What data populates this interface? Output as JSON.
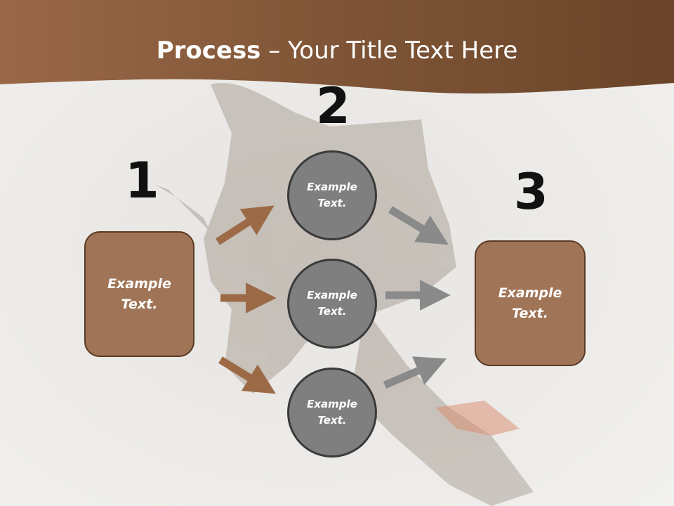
{
  "slide": {
    "title_bold": "Process",
    "title_rest": " – Your Title Text Here"
  },
  "steps": [
    {
      "number": "1",
      "label": "Example\nText."
    },
    {
      "number": "2",
      "labels": [
        "Example\nText.",
        "Example\nText.",
        "Example\nText."
      ]
    },
    {
      "number": "3",
      "label": "Example\nText."
    }
  ],
  "colors": {
    "header": "#8b5e3c",
    "box_fill": "#a07456",
    "circle_fill": "#7f7f7f",
    "arrow_brown": "#9c6a47",
    "arrow_gray": "#8a8a8a"
  }
}
